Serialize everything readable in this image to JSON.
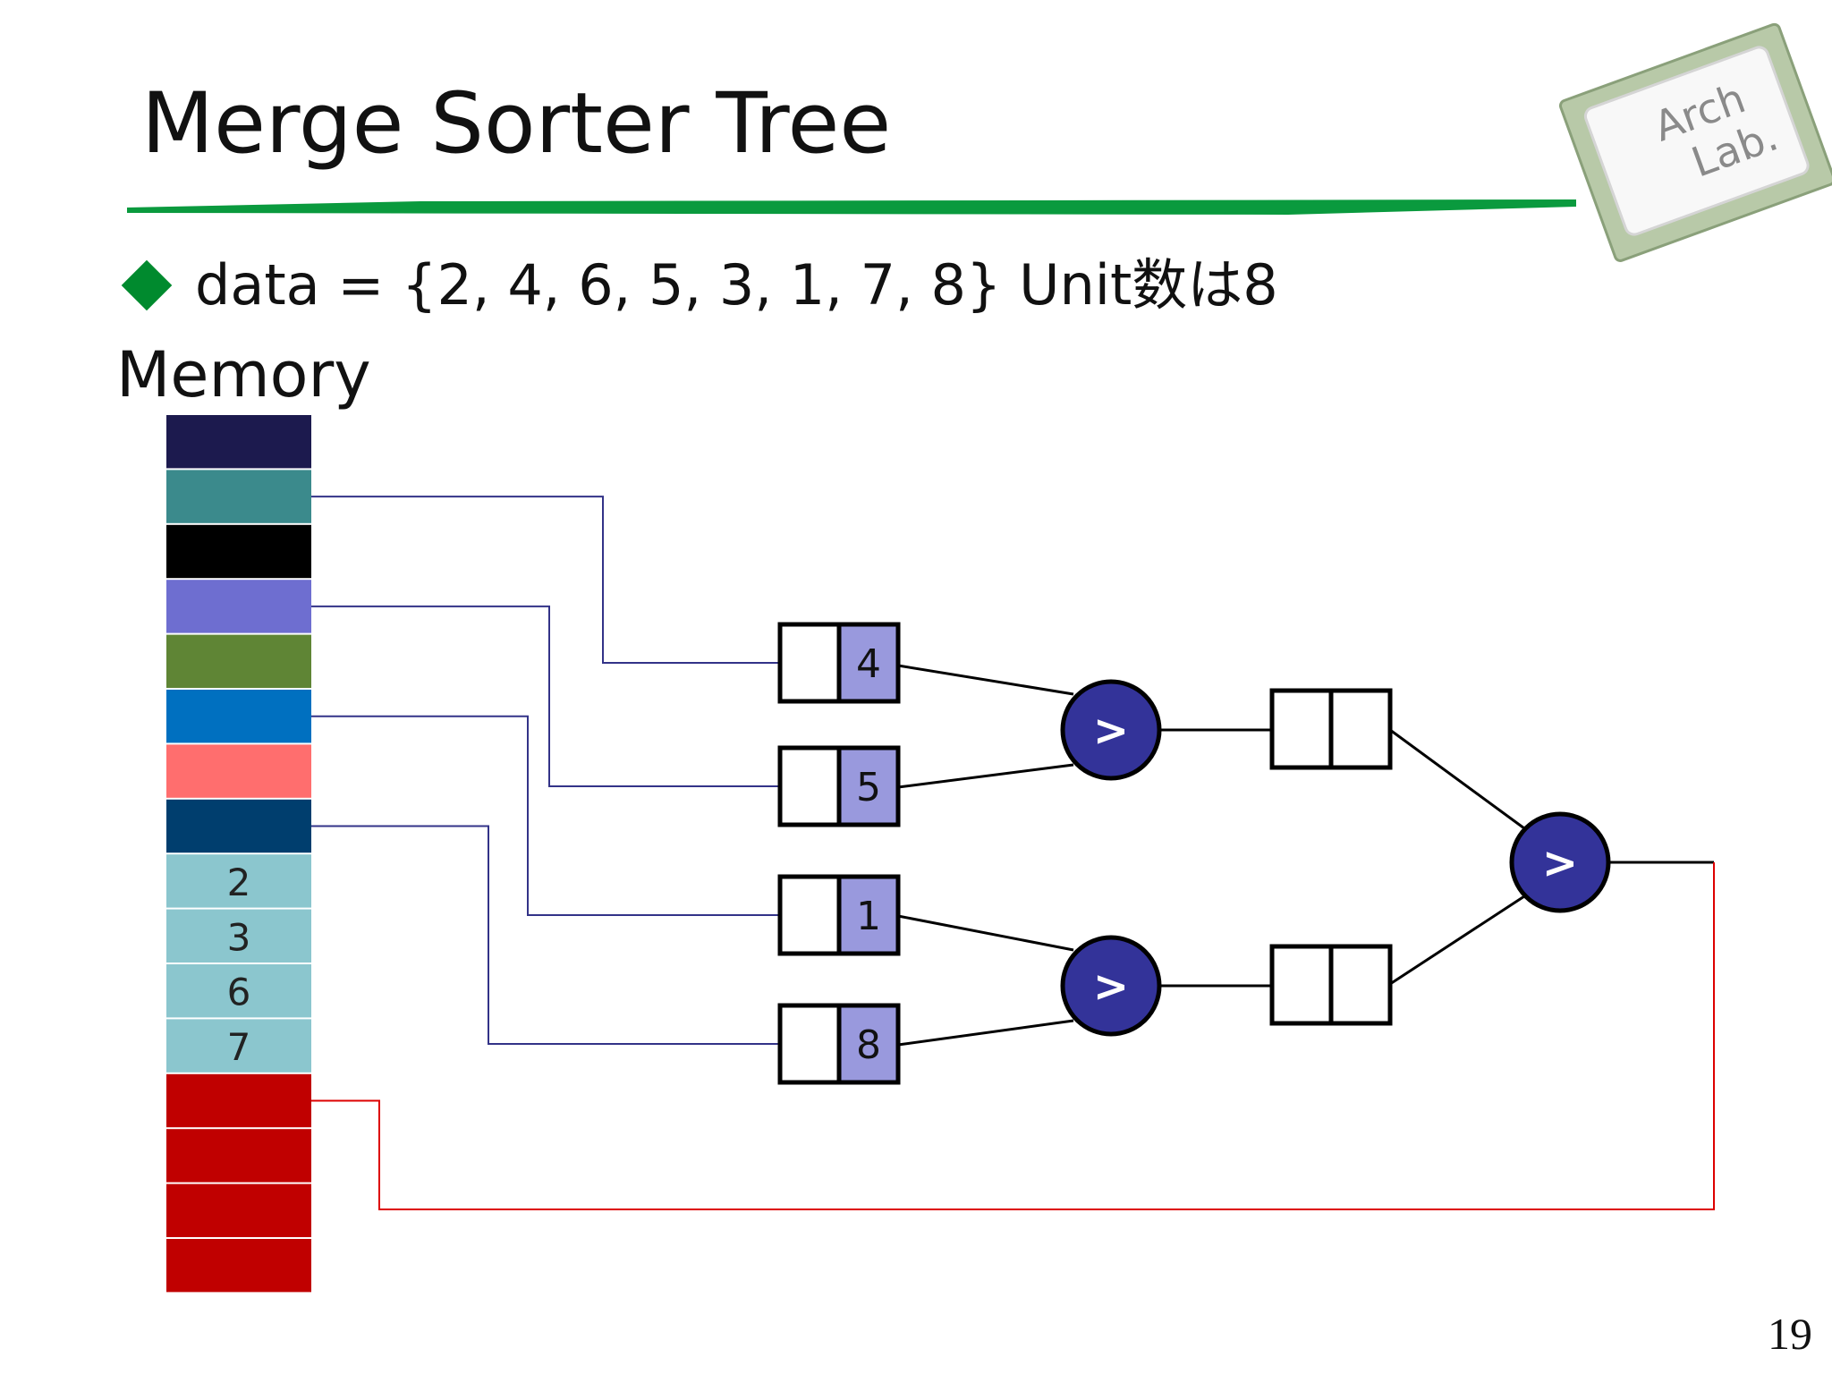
{
  "slide": {
    "title": "Merge Sorter Tree",
    "bullet": "data = {2, 4, 6, 5, 3, 1, 7, 8} Unit数は8",
    "memory_label": "Memory",
    "page_number": "19",
    "logo_text": [
      "Arch",
      "Lab."
    ]
  },
  "colors": {
    "accent_line": "#0a9a3e",
    "bullet": "#008a2e",
    "comparator": "#333399",
    "buffer_value_fill": "#9999dd",
    "input_wire": "#333388",
    "output_wire": "#dd0000",
    "sorted_cell": "#8bc6ce",
    "empty_output_cell": "#c00000"
  },
  "memory": {
    "cells": [
      {
        "color": "#1c1a4e",
        "label": ""
      },
      {
        "color": "#3b8a8c",
        "label": ""
      },
      {
        "color": "#000000",
        "label": ""
      },
      {
        "color": "#6e6ed0",
        "label": ""
      },
      {
        "color": "#5f8535",
        "label": ""
      },
      {
        "color": "#0070c0",
        "label": ""
      },
      {
        "color": "#ff6e6e",
        "label": ""
      },
      {
        "color": "#003e6e",
        "label": ""
      },
      {
        "color": "#8bc6ce",
        "label": "2"
      },
      {
        "color": "#8bc6ce",
        "label": "3"
      },
      {
        "color": "#8bc6ce",
        "label": "6"
      },
      {
        "color": "#8bc6ce",
        "label": "7"
      },
      {
        "color": "#c00000",
        "label": ""
      },
      {
        "color": "#c00000",
        "label": ""
      },
      {
        "color": "#c00000",
        "label": ""
      },
      {
        "color": "#c00000",
        "label": ""
      }
    ]
  },
  "tree": {
    "input_buffers": [
      {
        "value": "4",
        "source_cell": 1
      },
      {
        "value": "5",
        "source_cell": 3
      },
      {
        "value": "1",
        "source_cell": 5
      },
      {
        "value": "8",
        "source_cell": 7
      }
    ],
    "comparators": [
      {
        "symbol": ">"
      },
      {
        "symbol": ">"
      },
      {
        "symbol": ">"
      }
    ],
    "intermediate_buffers": [
      {
        "values": [
          "",
          ""
        ]
      },
      {
        "values": [
          "",
          ""
        ]
      }
    ],
    "output_target_cell": 12
  }
}
